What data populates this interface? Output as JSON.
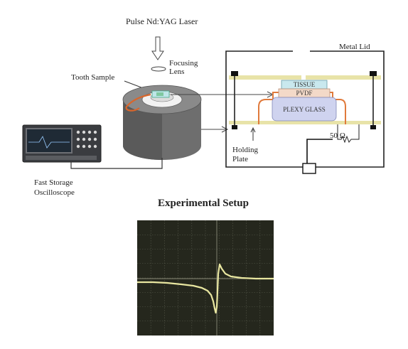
{
  "labels": {
    "laser": "Pulse Nd:YAG Laser",
    "focusing": "Focusing",
    "lens": "Lens",
    "tooth_sample": "Tooth Sample",
    "metal_lid": "Metal Lid",
    "tissue": "TISSUE",
    "pvdf": "PVDF",
    "plexy_glass": "PLEXY GLASS",
    "resistor": "50 Ω",
    "holding": "Holding",
    "plate": "Plate",
    "fast_storage": "Fast Storage",
    "oscilloscope": "Oscilloscope"
  },
  "heading": "Experimental Setup",
  "colors": {
    "tissue_fill": "#c9e8ee",
    "pvdf_fill": "#f3d9c8",
    "plexy_fill": "#cfd3ef",
    "plate_yellow": "#e8e3a8",
    "wire_orange": "#e07a3c",
    "scope_bg": "#25271d",
    "trace": "#e8e6a0"
  }
}
